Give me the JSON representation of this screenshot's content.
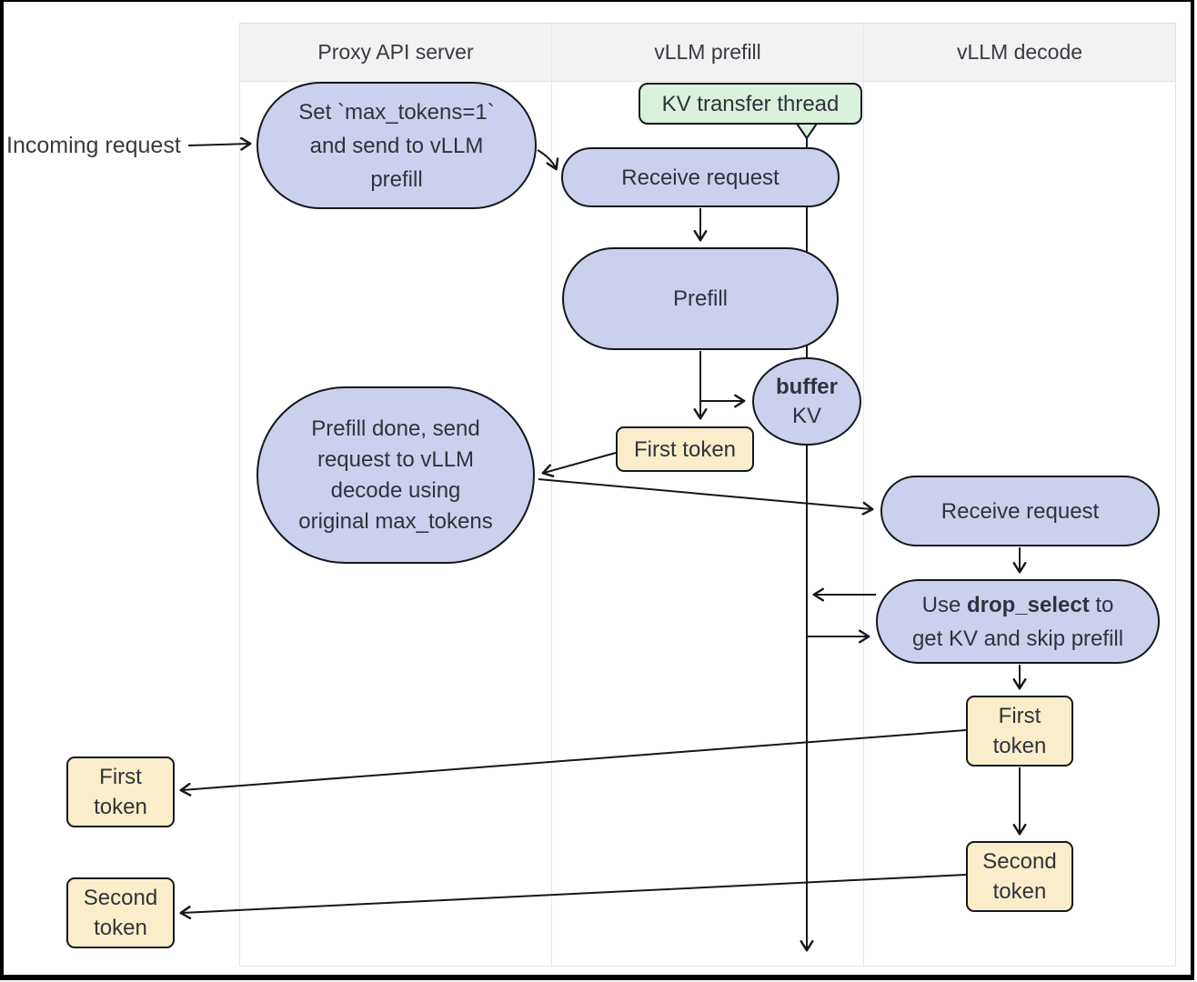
{
  "lanes": [
    {
      "label": "Proxy API server"
    },
    {
      "label": "vLLM prefill"
    },
    {
      "label": "vLLM decode"
    }
  ],
  "external": {
    "incoming_label": "Incoming request"
  },
  "nodes": {
    "set_max_tokens": {
      "lines": [
        "Set `max_tokens=1`",
        "and send to vLLM",
        "prefill"
      ]
    },
    "kv_transfer_thread": {
      "label": "KV transfer thread"
    },
    "prefill_receive": {
      "label": "Receive request"
    },
    "prefill": {
      "label": "Prefill"
    },
    "buffer_kv": {
      "bold": "buffer",
      "rest": "KV"
    },
    "first_token_prefill": {
      "label": "First token"
    },
    "prefill_done": {
      "lines": [
        "Prefill done, send",
        "request to vLLM",
        "decode using",
        "original max_tokens"
      ]
    },
    "decode_receive": {
      "label": "Receive request"
    },
    "drop_select": {
      "pre": "Use ",
      "bold": "drop_select",
      "post": " to",
      "line2": "get KV and skip prefill"
    },
    "first_token_decode": {
      "lines": [
        "First",
        "token"
      ]
    },
    "second_token_decode": {
      "lines": [
        "Second",
        "token"
      ]
    },
    "first_token_out": {
      "lines": [
        "First",
        "token"
      ]
    },
    "second_token_out": {
      "lines": [
        "Second",
        "token"
      ]
    }
  },
  "colors": {
    "lavender": "#cbd1ec",
    "yellow": "#faeeca",
    "green": "#daf1dc",
    "header_bg": "#f2f2f2",
    "text": "#2f333c",
    "stroke": "#14171c"
  }
}
